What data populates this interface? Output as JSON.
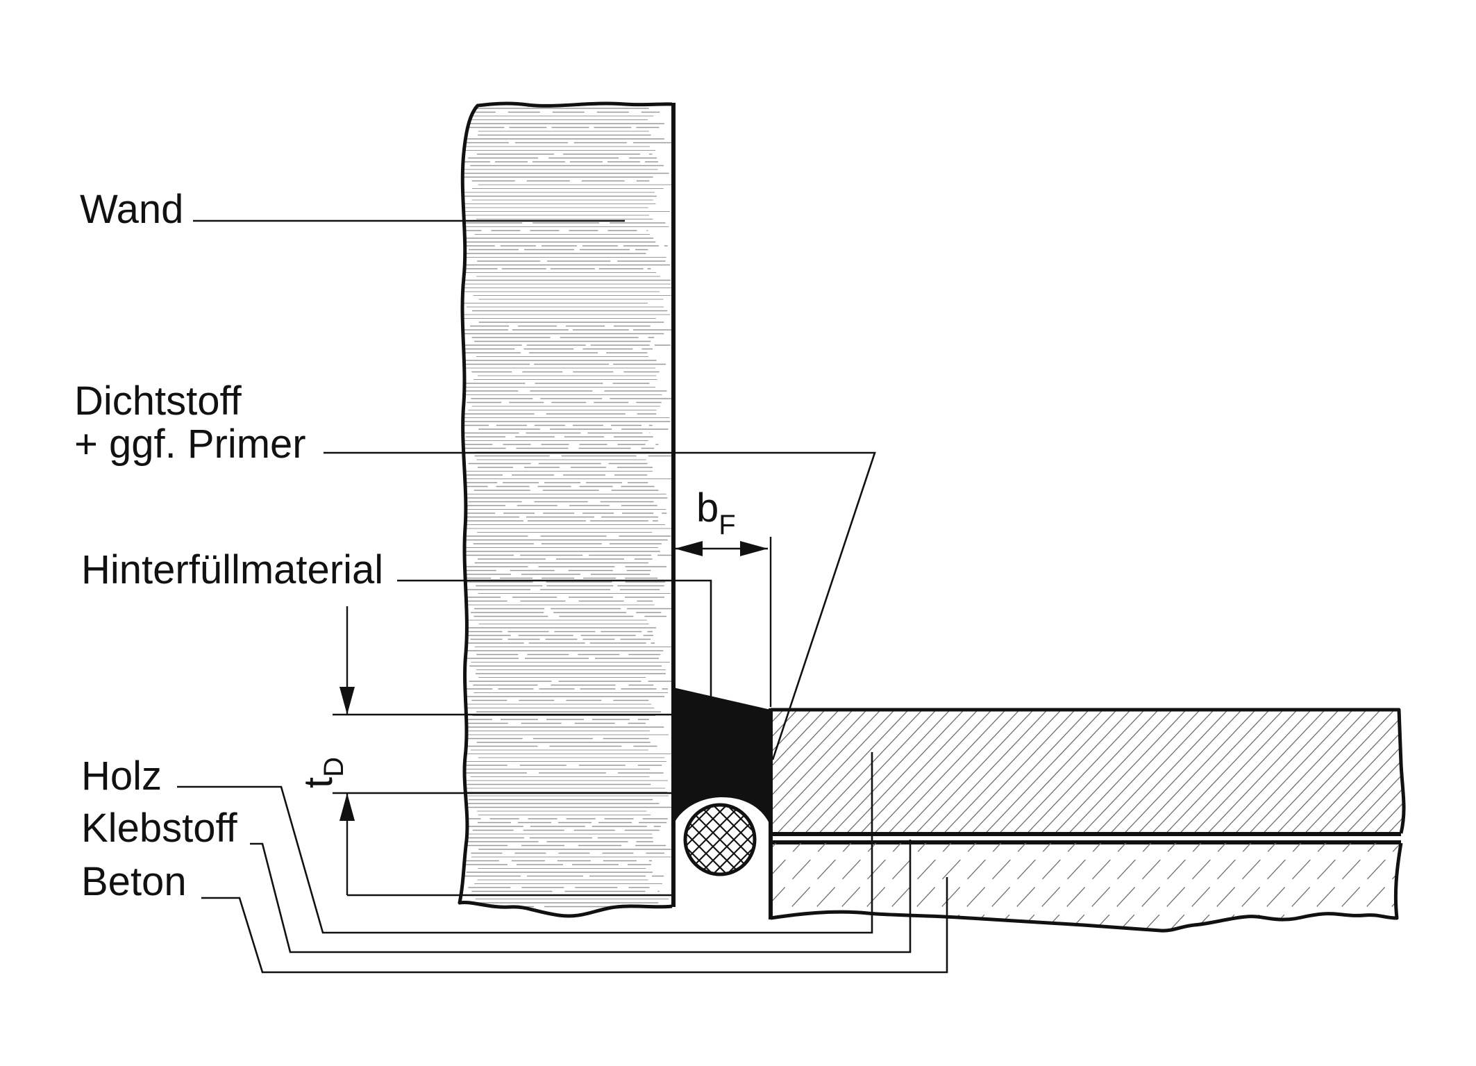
{
  "labels": {
    "wall": "Wand",
    "sealant_line1": "Dichtstoff",
    "sealant_line2": "+ ggf. Primer",
    "backfill": "Hinterfüllmaterial",
    "wood": "Holz",
    "adhesive": "Klebstoff",
    "concrete": "Beton"
  },
  "dimensions": {
    "joint_width_base": "b",
    "joint_width_sub": "F",
    "depth_base": "t",
    "depth_sub": "D"
  },
  "colors": {
    "line": "#111111",
    "hatch_wall": "#9a9a9a",
    "hatch_floor": "#6e6e6e",
    "sealant": "#111111",
    "background": "#ffffff"
  }
}
